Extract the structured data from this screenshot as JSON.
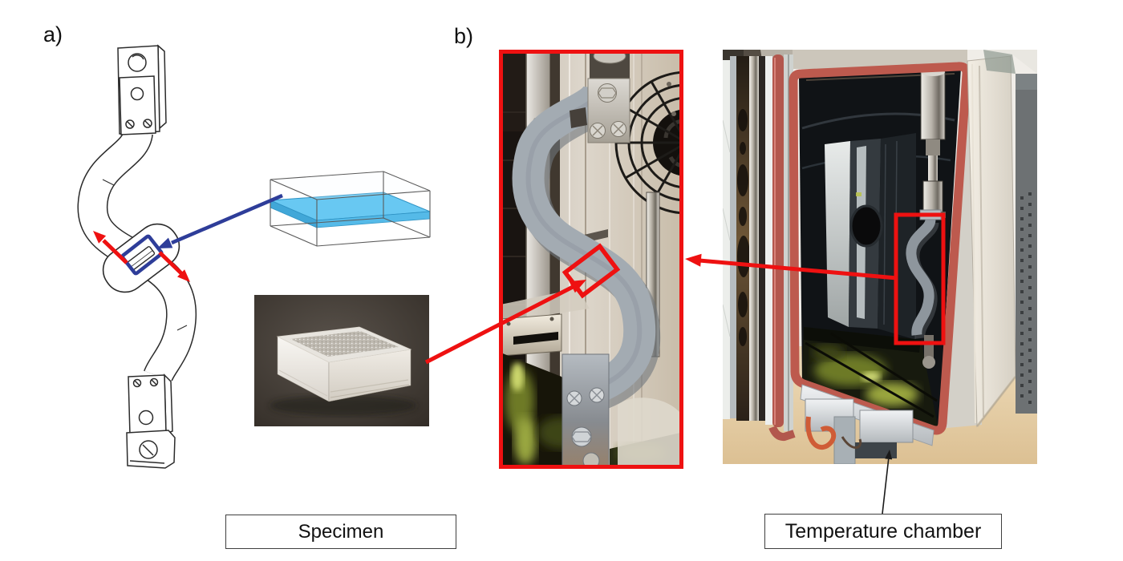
{
  "figure": {
    "panel_a": {
      "label": "a)"
    },
    "panel_b": {
      "label": "b)"
    },
    "captions": {
      "specimen": "Specimen",
      "temperature_chamber": "Temperature chamber"
    }
  },
  "colors": {
    "annotation_red": "#ee1111",
    "annotation_blue": "#2e3d99",
    "specimen_layer_blue": "#68c8f2",
    "gasket_red": "#bd5a4e",
    "background": "#ffffff"
  }
}
